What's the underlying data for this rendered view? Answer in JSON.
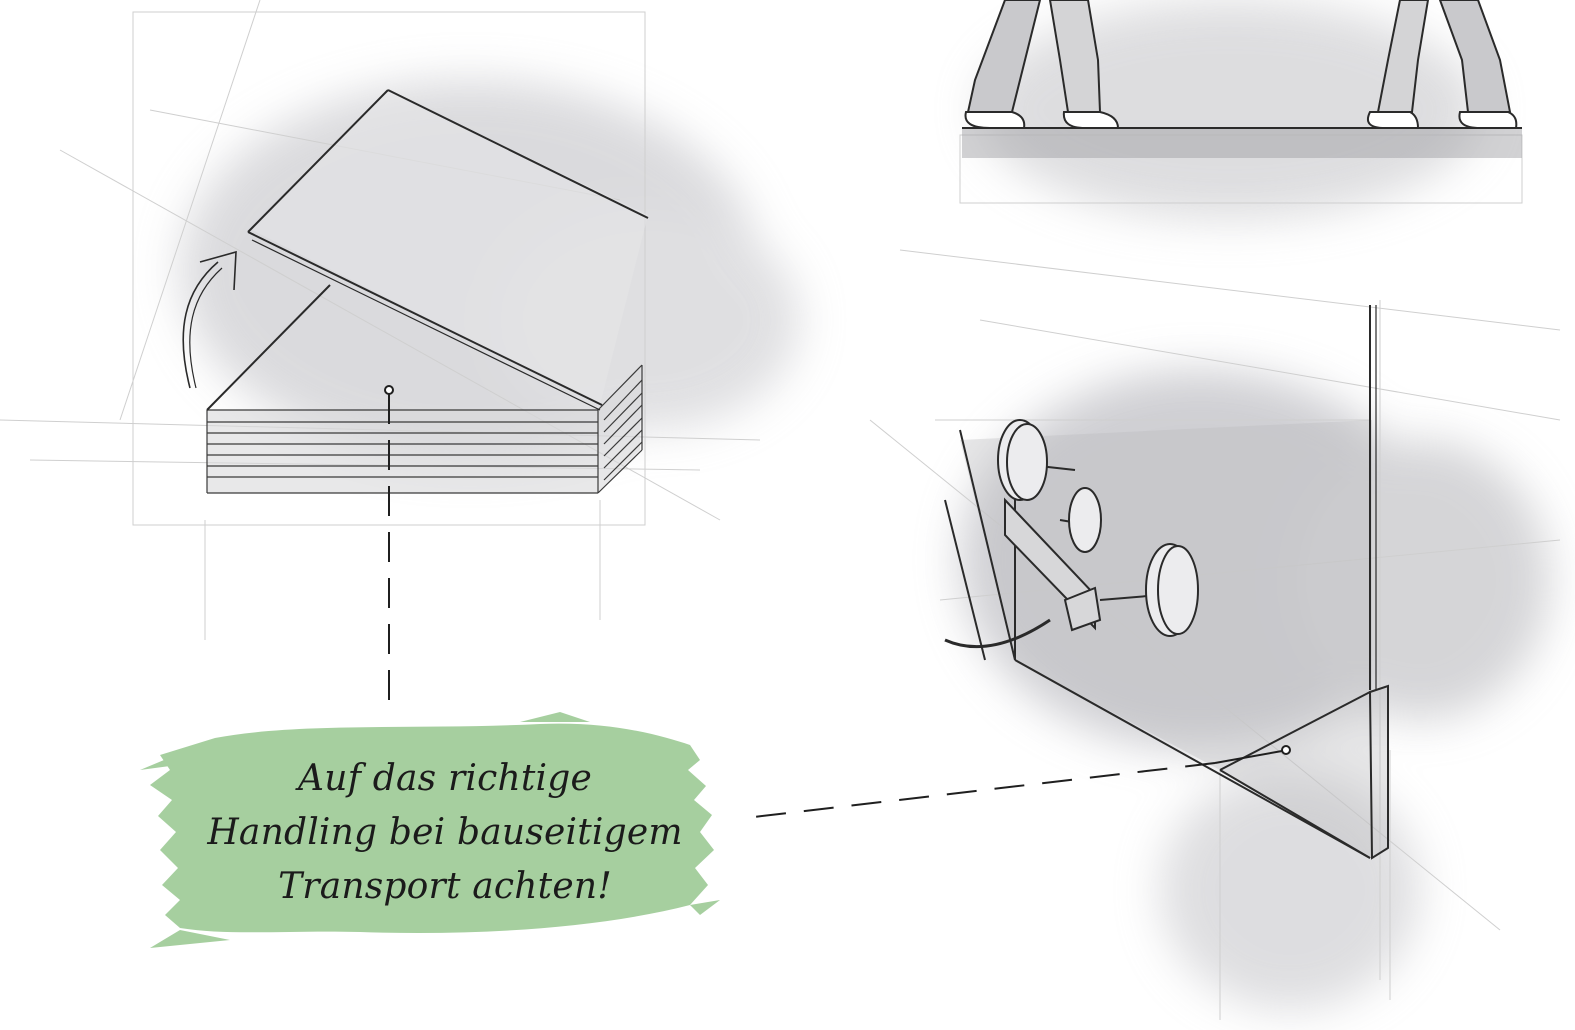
{
  "callout": {
    "lines": [
      "Auf das richtige",
      "Handling bei bauseitigem",
      "Transport achten!"
    ],
    "background_color": "#a6cf9f",
    "text_color": "#1b1b1b"
  },
  "illustrations": {
    "top_left": "stacked-panels-lifting-sketch",
    "top_right": "two-workers-carrying-panel-sketch",
    "bottom_right": "suction-lifter-on-panel-sketch"
  },
  "colors": {
    "ink": "#2a2a2a",
    "wash": "#b8b8bd",
    "construction_line": "#c9c9c9"
  }
}
